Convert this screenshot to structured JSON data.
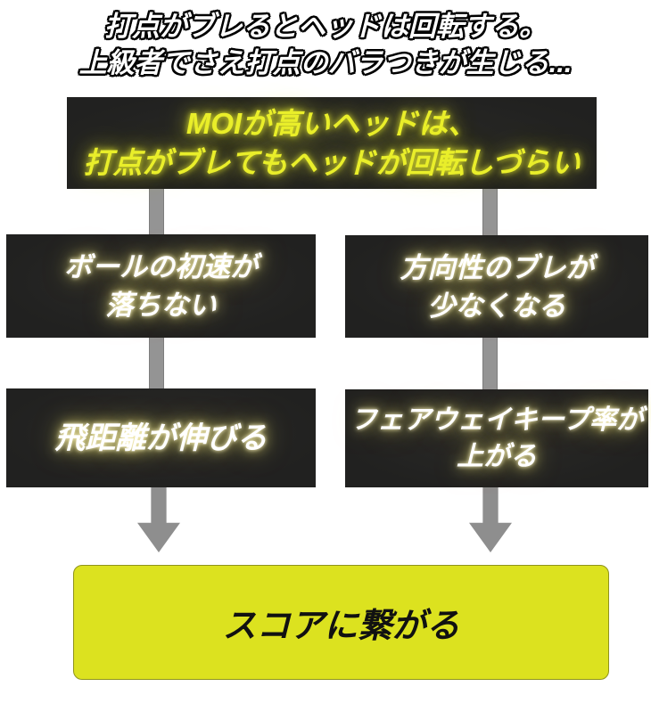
{
  "header": {
    "line1": "打点がブレるとヘッドは回転する。",
    "line2": "上級者でさえ打点のバラつきが生じる..."
  },
  "diagram": {
    "cause_box": {
      "line1": "MOIが高いヘッドは、",
      "line2": "打点がブレてもヘッドが回転しづらい"
    },
    "left_branch": [
      {
        "line1": "ボールの初速が",
        "line2": "落ちない"
      },
      {
        "line1": "飛距離が伸びる",
        "line2": ""
      }
    ],
    "right_branch": [
      {
        "line1": "方向性のブレが",
        "line2": "少なくなる"
      },
      {
        "line1": "フェアウェイキープ率が",
        "line2": "上がる"
      }
    ],
    "result_box": {
      "label": "スコアに繋がる"
    }
  },
  "colors": {
    "box-dark": "#212120",
    "accent-yellow": "#dce21f",
    "glow-yellow": "#e9ee2a",
    "connector-gray": "#949494",
    "arrow-gray": "#8e8e8e",
    "result-text": "#111111"
  }
}
